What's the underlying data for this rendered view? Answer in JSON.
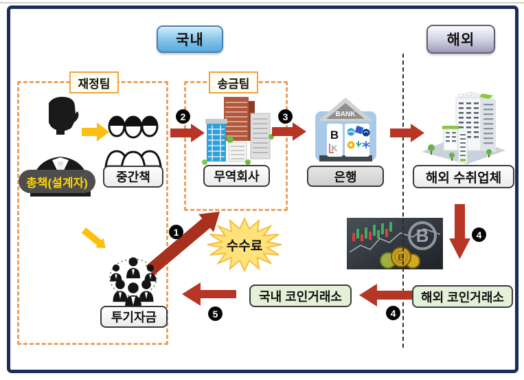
{
  "regions": {
    "domestic": "국내",
    "overseas": "해외"
  },
  "teams": {
    "finance": "재정팀",
    "remit": "송금팀"
  },
  "nodes": {
    "mastermind": "총책(설계자)",
    "middleman": "중간책",
    "trading_company": "무역회사",
    "bank": "은행",
    "bank_sign": "BANK",
    "overseas_recipient": "해외 수취업체",
    "speculative_funds": "투기자금",
    "fee": "수수료",
    "domestic_exchange": "국내 코인거래소",
    "overseas_exchange": "해외 코인거래소"
  },
  "steps": {
    "s1": "1",
    "s2": "2",
    "s3": "3",
    "s4a": "4",
    "s4b": "4",
    "s5": "5"
  },
  "colors": {
    "frame_navy": "#1c2b5a",
    "arrow_red": "#b63524",
    "arrow_yellow": "#fdbf0f",
    "dashed_box_orange": "#eda05e",
    "team_label_border": "#f0a23c",
    "domestic_button_blue": "#8ecaec",
    "overseas_button_silver": "#cfcfe0",
    "fee_star_yellow": "#ffe27a",
    "exchange_green": "#e3f1d8",
    "mastermind_pill_gray": "#4d4d4d",
    "mastermind_text_yellow": "#ffd400"
  }
}
